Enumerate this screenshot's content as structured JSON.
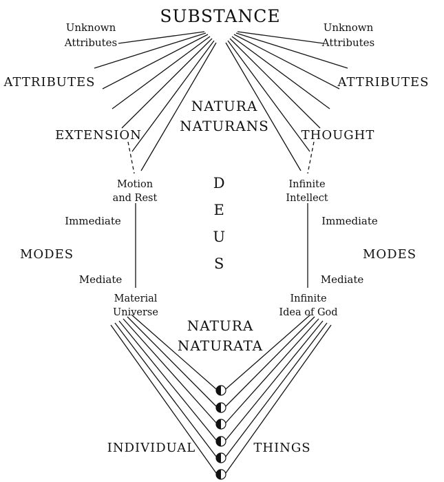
{
  "diagram": {
    "substance": "SUBSTANCE",
    "unknown_attributes": "Unknown\nAttributes",
    "attributes": "ATTRIBUTES",
    "natura_naturans": "NATURA\nNATURANS",
    "extension": "EXTENSION",
    "thought": "THOUGHT",
    "motion_and_rest": "Motion\nand Rest",
    "infinite_intellect": "Infinite\nIntellect",
    "deus": "DEUS",
    "immediate": "Immediate",
    "modes": "MODES",
    "mediate": "Mediate",
    "material_universe": "Material\nUniverse",
    "infinite_idea_of_god": "Infinite\nIdea of God",
    "natura_naturata": "NATURA\nNATURATA",
    "individual": "INDIVIDUAL",
    "things": "THINGS"
  },
  "colors": {
    "line": "#111111",
    "background": "#ffffff",
    "text": "#111111"
  },
  "individual_things": {
    "node_count": 6
  }
}
